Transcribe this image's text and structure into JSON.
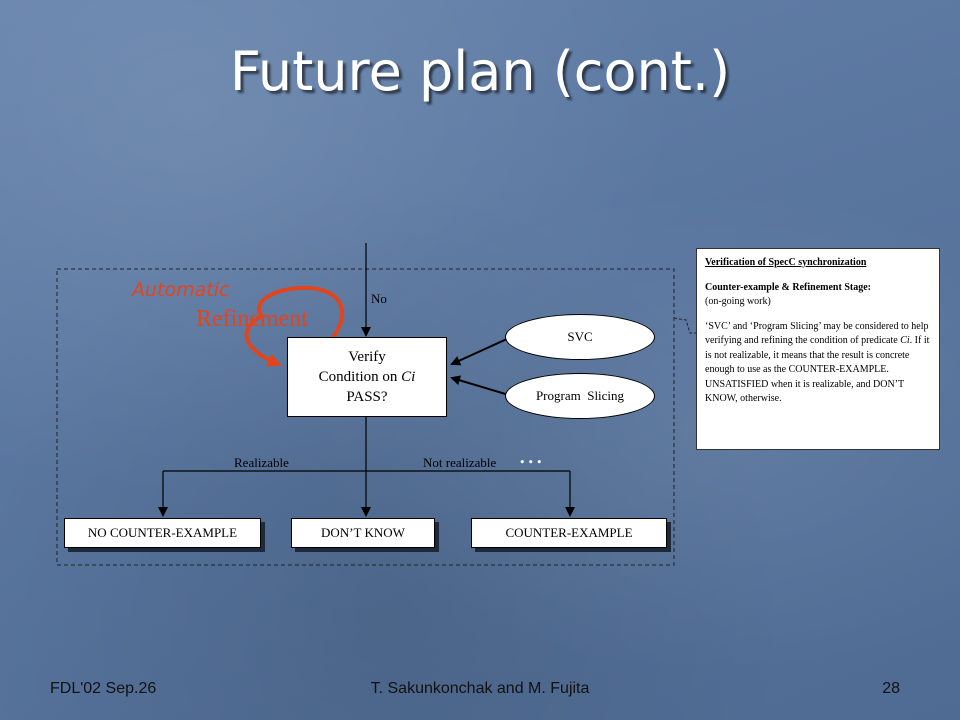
{
  "slide": {
    "title": "Future plan (cont.)",
    "footer_left": "FDL'02 Sep.26",
    "footer_center": "T. Sakunkonchak and M. Fujita",
    "footer_right": "28"
  },
  "diagram": {
    "automatic_label": "Automatic",
    "refinement_label": "Refinement",
    "no_label": "No",
    "verify_line1": "Verify",
    "verify_line2_prefix": "Condition on ",
    "verify_line2_var": "Ci",
    "verify_line3": "PASS?",
    "svc_label": "SVC",
    "slicing_label": "Program  Slicing",
    "realizable_label": "Realizable",
    "not_realizable_label": "Not realizable",
    "ellipsis": "...",
    "outcomes": [
      "NO COUNTER-EXAMPLE",
      "DON’T KNOW",
      "COUNTER-EXAMPLE"
    ]
  },
  "note": {
    "heading": "Verification of SpecC synchronization",
    "stage_title": "Counter-example & Refinement Stage:",
    "stage_status": "(on-going work)",
    "body_a": " ‘SVC’ and ‘Program Slicing’ may be considered to help verifying and refining the condition of predicate ",
    "body_var": "Ci",
    "body_b": ". If it is  not realizable, it means that the result is concrete enough to use as the COUNTER-EXAMPLE. UNSATISFIED when it is realizable, and DON’T KNOW, otherwise."
  },
  "colors": {
    "accent_orange": "#e0451e",
    "background": "#5a77a0"
  }
}
